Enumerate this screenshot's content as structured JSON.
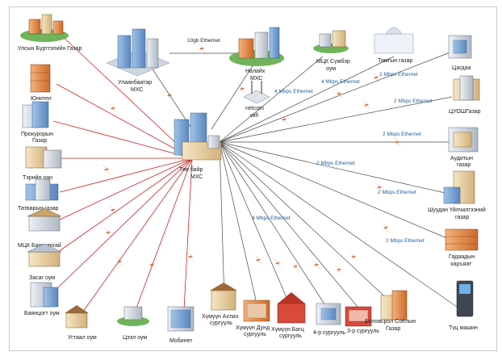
{
  "diagram": {
    "center_label_line1": "Төв байр",
    "center_label_line2": "МХС",
    "links": {
      "ub_nalaikh": "10gb Ethernet",
      "nalaikh_center": "4 Mbps Ethernet",
      "sumber": "4 Mbps Ethernet",
      "tamga": "2 Mbps Ethernet",
      "tsuoshg": "2 Mbps Ethernet",
      "auditor": "2 Mbps Ethernet",
      "shuudan": "2 Mbps Ethernet",
      "gadaad": "2 Mbps Ethernet",
      "bottom": "4 Mbps Ethernet"
    },
    "nodes": {
      "ulsiin_burtgel": "Улсын Бүртгэлийн Газар",
      "ub_mxs_1": "Улаанбаатар",
      "ub_mxs_2": "МХС",
      "nalaikh_1": "Налайх",
      "nalaikh_2": "МХС",
      "netcom_1": "netcom",
      "netcom_2": "wifi",
      "mck_sumber_1": "МЦК Сүмбэр",
      "mck_sumber_2": "оум",
      "tamgiin_gazar": "Тамгын газар",
      "tsagdaa": "Цагдаа",
      "yunitel": "Юнител",
      "tsuoshg": "ЦУОШГазар",
      "prokuror_1": "Прокурорын",
      "prokuror_2": "Газар",
      "auditor_1": "Аудитын",
      "auditor_2": "газар",
      "terion": "Тэрийн оан",
      "tatvar": "Татварын газар",
      "shuudan_1": "Шуудан Үйлчилгээний",
      "shuudan_2": "газар",
      "mck_bank": "МЦК Банкхангай",
      "gadaad_1": "Гадаадын",
      "gadaad_2": "харъяат",
      "zasag": "Засаг оум",
      "bayantsogt": "Баянцогт оум",
      "ugtaal": "Угтаал оум",
      "tsaal": "Цээл оум",
      "mobinet": "Мобинет",
      "khumuun_akhlakh_1": "Хүмүүн Ахлах",
      "khumuun_akhlakh_2": "сургууль",
      "khumuun_dund_1": "Хүмүүн Дунд",
      "khumuun_dund_2": "сургууль",
      "khumuun_bagts_1": "Хүмүүн Багц",
      "khumuun_bagts_2": "сургууль",
      "school4": "4-р сургууль",
      "school3": "3-р сургууль",
      "bolovsrol_1": "Боловсрол Соёлын",
      "bolovsrol_2": "Газар",
      "tuts_mashin": "Түц машин"
    }
  }
}
